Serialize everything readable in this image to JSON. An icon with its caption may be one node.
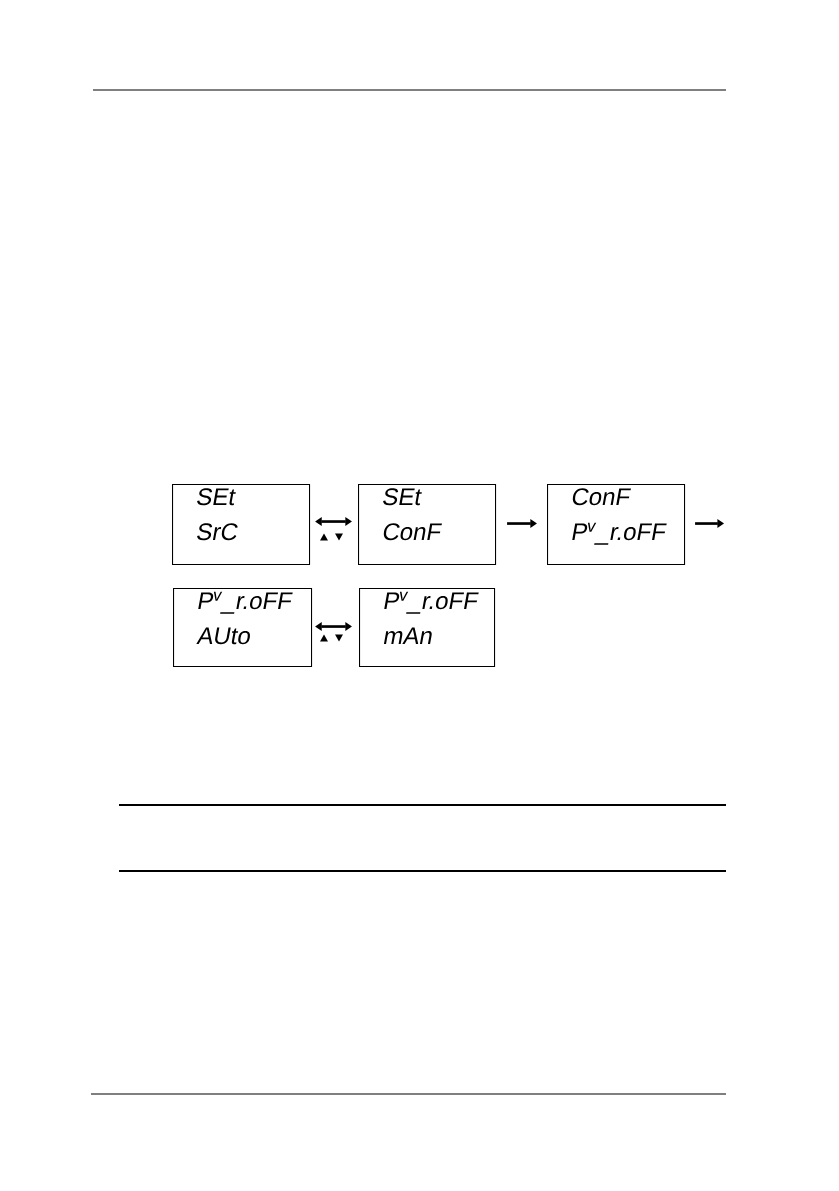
{
  "diagram": {
    "nodes": [
      {
        "text": [
          "SEt",
          "SrC"
        ]
      },
      {
        "text": [
          "SEt",
          "ConF"
        ]
      },
      {
        "text": [
          "ConF",
          "P$^{v}$_r.oFF"
        ]
      },
      {
        "text": [
          "P$^{v}$_r.oFF",
          "AUto"
        ]
      },
      {
        "text": [
          "P$^{v}$_r.oFF",
          "mAn"
        ]
      }
    ],
    "edges": [
      {
        "from": 0,
        "to": 1,
        "arrow": "both"
      },
      {
        "from": 1,
        "to": 2,
        "arrow": "to"
      },
      {
        "from": 2,
        "to": null,
        "arrow": "to"
      },
      {
        "from": 3,
        "to": 4,
        "arrow": "both"
      }
    ]
  }
}
